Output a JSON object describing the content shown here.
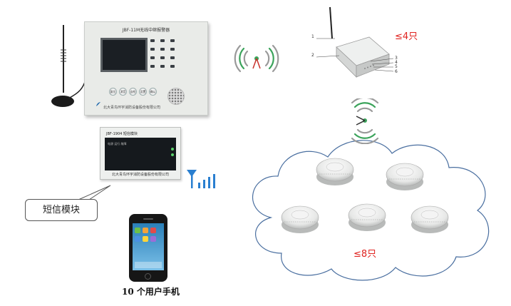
{
  "controller": {
    "title": "JBF-11M无线中继报警器",
    "company": "北大青鸟环宇消防设备股份有限公司",
    "buttons": [
      "复位",
      "消音",
      "自检",
      "设置",
      "确认"
    ]
  },
  "sms_module": {
    "title": "JBF-1904 短信模块",
    "screen_text": "电源 运行 故障",
    "company": "北大青鸟环宇消防设备股份有限公司"
  },
  "callout": {
    "label": "短信模块"
  },
  "phone": {
    "caption": "10 个用户手机"
  },
  "repeater": {
    "count_label": "≤4只",
    "callouts": [
      "1",
      "2",
      "3",
      "4",
      "5",
      "6"
    ]
  },
  "detectors": {
    "count_label": "≤8只"
  },
  "colors": {
    "signal_green": "#3aa35a",
    "signal_gray": "#9a9a9a",
    "signal_blue": "#2a7fd0",
    "count_red": "#e0231f",
    "cloud_stroke": "#4a6fa0"
  },
  "icons": [
    "antenna-icon",
    "wireless-signal-icon",
    "cellular-signal-icon",
    "speaker-grille-icon"
  ]
}
